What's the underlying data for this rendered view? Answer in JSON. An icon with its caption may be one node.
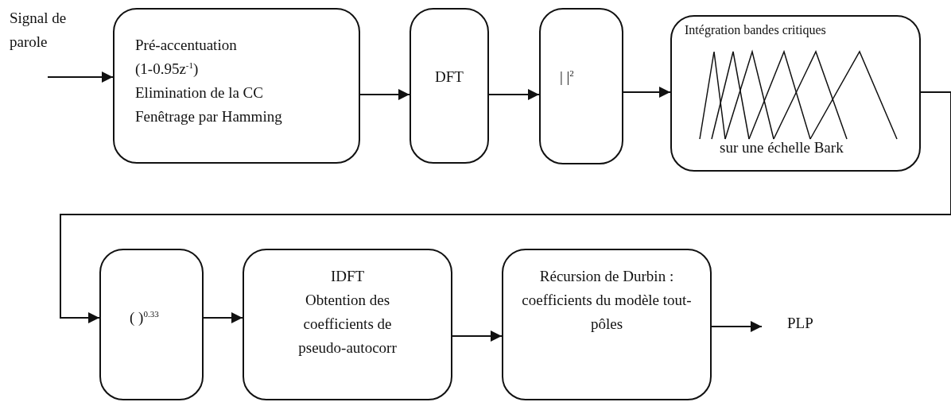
{
  "diagram": {
    "nodes": [
      {
        "text": [
          "Pré-accentuation",
          "(1-0.95z$^{-1}$)",
          "Elimination de la CC",
          "Fenêtrage par Hamming"
        ]
      },
      {
        "text": [
          "DFT"
        ]
      },
      {
        "text": [
          "|   |$^{2}$"
        ]
      },
      {
        "text": [
          "Intégration bandes critiques",
          "sur une échelle Bark"
        ]
      },
      {
        "text": [
          "(  )$^{0.33}$"
        ]
      },
      {
        "text": [
          "IDFT",
          "Obtention des coefficients de pseudo-autocorr"
        ]
      },
      {
        "text": [
          "Récursion de Durbin : coefficients du modèle tout-pôles"
        ]
      },
      {
        "text": [
          "PLP"
        ]
      }
    ],
    "edges": [
      {
        "from": null,
        "to": 0,
        "arrow": "to",
        "label": "Signal de parole"
      },
      {
        "from": 0,
        "to": 1,
        "arrow": "to"
      },
      {
        "from": 1,
        "to": 2,
        "arrow": "to"
      },
      {
        "from": 2,
        "to": 3,
        "arrow": "to"
      },
      {
        "from": 3,
        "to": 4,
        "arrow": "to"
      },
      {
        "from": 4,
        "to": 5,
        "arrow": "to"
      },
      {
        "from": 5,
        "to": 6,
        "arrow": "to"
      },
      {
        "from": 6,
        "to": 7,
        "arrow": "to"
      }
    ]
  }
}
